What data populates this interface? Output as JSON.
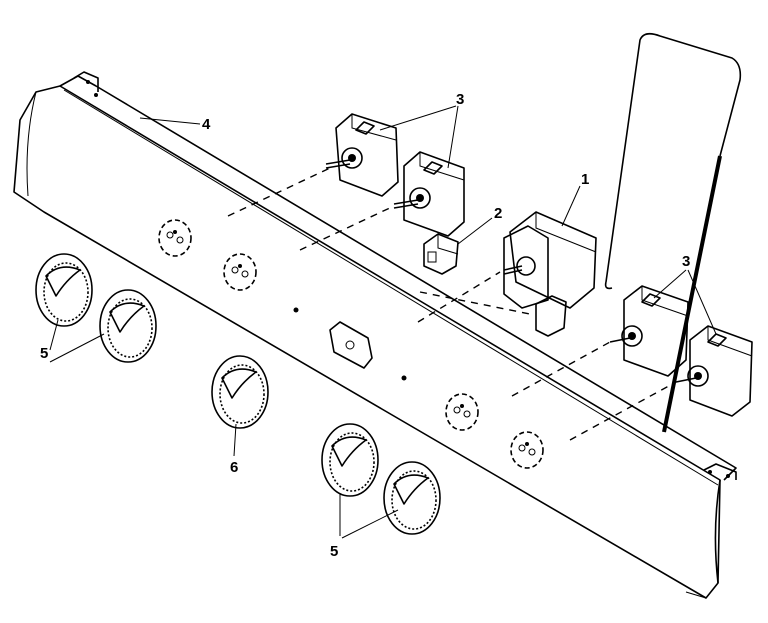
{
  "diagram": {
    "callouts": {
      "timer": "1",
      "small_switch": "2",
      "infinite_switch": "3",
      "control_panel": "4",
      "knob_pair": "5",
      "center_knob": "6"
    }
  }
}
